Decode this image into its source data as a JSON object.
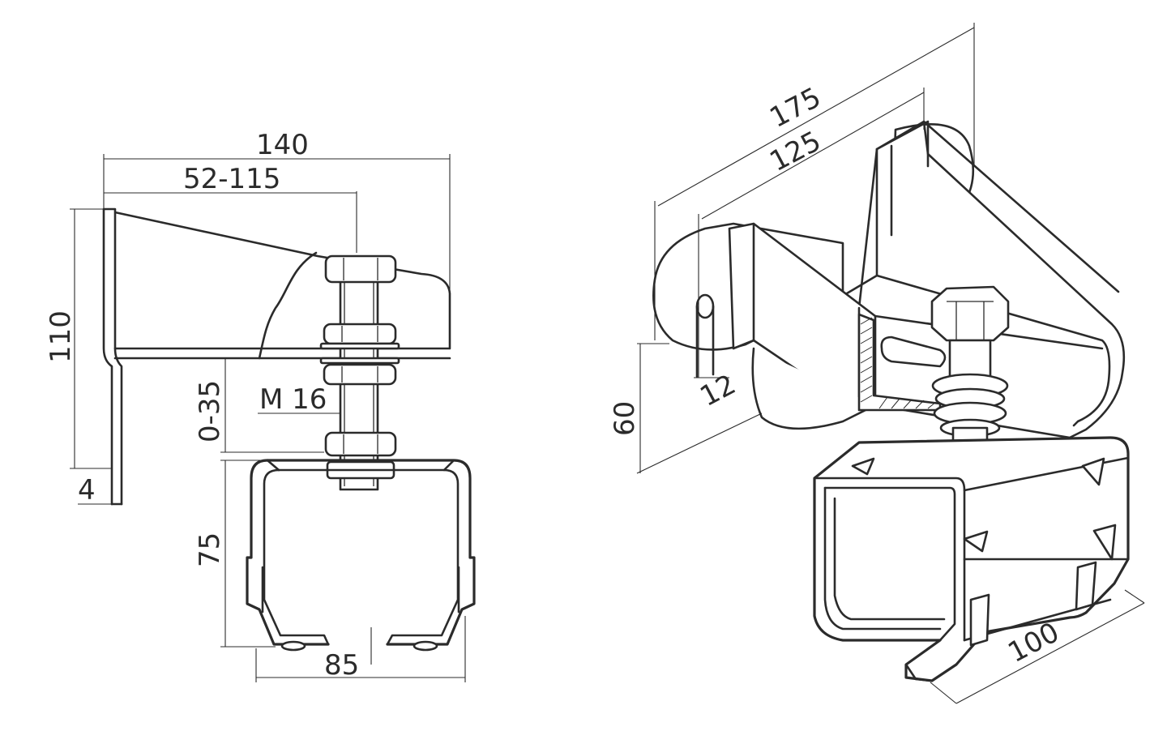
{
  "side_view": {
    "dim_overall_width": "140",
    "dim_adjust_range": "52-115",
    "dim_height": "110",
    "dim_plate_thickness": "4",
    "dim_clearance": "0-35",
    "dim_bolt": "M 16",
    "dim_rail_height": "75",
    "dim_rail_width": "85"
  },
  "iso_view": {
    "dim_length_outer": "175",
    "dim_length_inner": "125",
    "dim_slot": "12",
    "dim_height": "60",
    "dim_rail_width": "100"
  }
}
